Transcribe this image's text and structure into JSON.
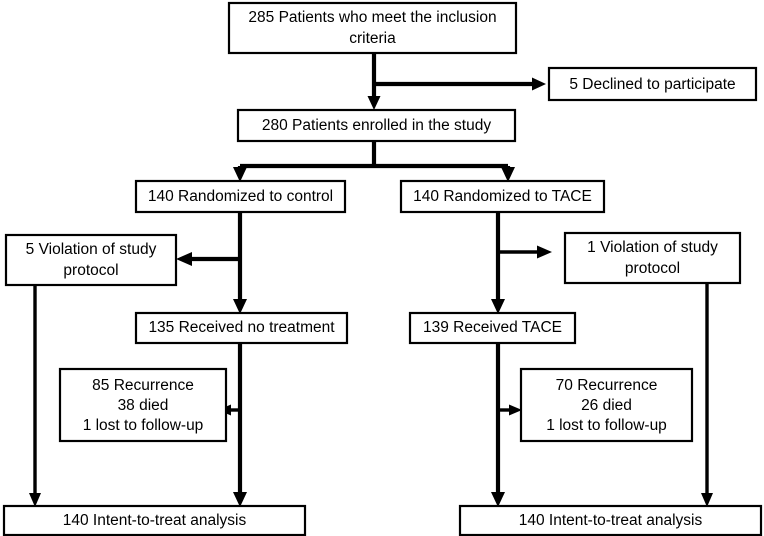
{
  "diagram": {
    "type": "consort-flow-diagram",
    "title": "",
    "colors": {
      "box_fill": "#ffffff",
      "box_stroke": "#000000",
      "text": "#000000",
      "connector": "#000000",
      "background": "#ffffff"
    },
    "nodes": [
      {
        "id": "inclusion",
        "count": "285",
        "lines": [
          "285 Patients who meet the inclusion",
          "criteria"
        ],
        "line1": "285 Patients who meet the inclusion",
        "line2": "criteria",
        "line3": ""
      },
      {
        "id": "declined",
        "count": "5",
        "line1": "5 Declined to participate",
        "line2": "",
        "line3": ""
      },
      {
        "id": "enrolled",
        "count": "280",
        "line1": "280 Patients enrolled in the study",
        "line2": "",
        "line3": ""
      },
      {
        "id": "rand-control",
        "count": "140",
        "line1": "140 Randomized to control",
        "line2": "",
        "line3": ""
      },
      {
        "id": "rand-tace",
        "count": "140",
        "line1": "140 Randomized to TACE",
        "line2": "",
        "line3": ""
      },
      {
        "id": "violation-control",
        "count": "5",
        "line1": "5 Violation of study",
        "line2": "protocol",
        "line3": ""
      },
      {
        "id": "violation-tace",
        "count": "1",
        "line1": "1 Violation of study",
        "line2": "protocol",
        "line3": ""
      },
      {
        "id": "no-treatment",
        "count": "135",
        "line1": "135 Received no treatment",
        "line2": "",
        "line3": ""
      },
      {
        "id": "received-tace",
        "count": "139",
        "line1": "139 Received TACE",
        "line2": "",
        "line3": ""
      },
      {
        "id": "outcomes-control",
        "count": "85",
        "line1": "85 Recurrence",
        "line2": "38 died",
        "line3": "1 lost to follow-up"
      },
      {
        "id": "outcomes-tace",
        "count": "70",
        "line1": "70 Recurrence",
        "line2": "26 died",
        "line3": "1 lost to follow-up"
      },
      {
        "id": "itt-control",
        "count": "140",
        "line1": "140 Intent-to-treat analysis",
        "line2": "",
        "line3": ""
      },
      {
        "id": "itt-tace",
        "count": "140",
        "line1": "140 Intent-to-treat analysis",
        "line2": "",
        "line3": ""
      }
    ]
  }
}
